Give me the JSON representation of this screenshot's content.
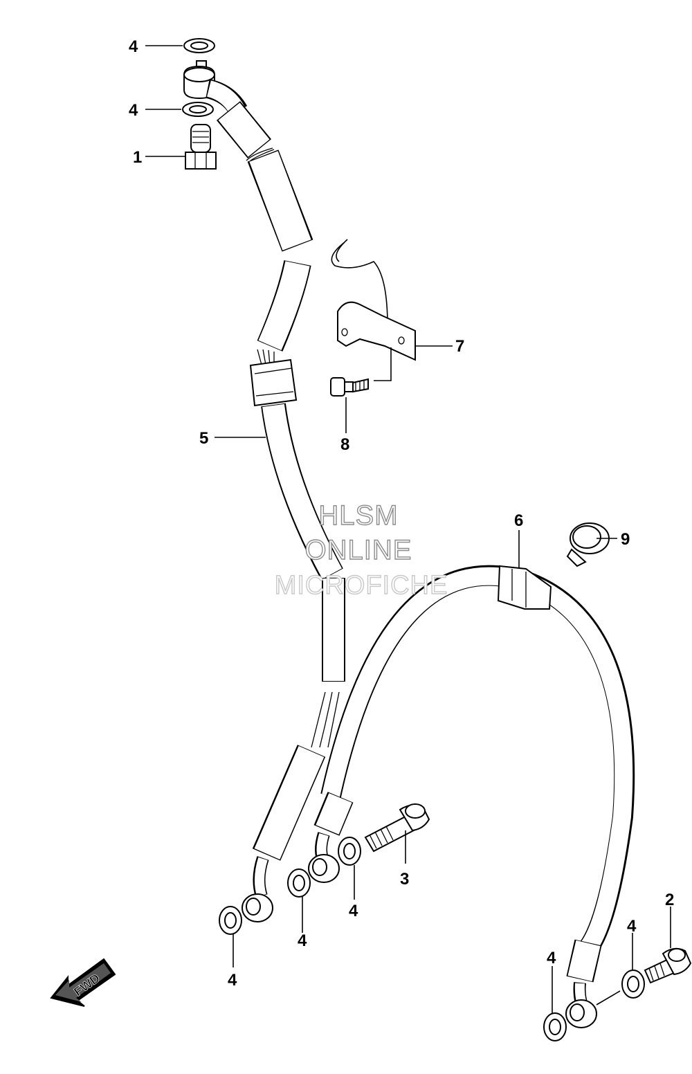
{
  "callouts": [
    {
      "id": "c4a",
      "label": "4"
    },
    {
      "id": "c4b",
      "label": "4"
    },
    {
      "id": "c1",
      "label": "1"
    },
    {
      "id": "c7",
      "label": "7"
    },
    {
      "id": "c8",
      "label": "8"
    },
    {
      "id": "c5",
      "label": "5"
    },
    {
      "id": "c6",
      "label": "6"
    },
    {
      "id": "c9",
      "label": "9"
    },
    {
      "id": "c3",
      "label": "3"
    },
    {
      "id": "c4c",
      "label": "4"
    },
    {
      "id": "c4d",
      "label": "4"
    },
    {
      "id": "c4e",
      "label": "4"
    },
    {
      "id": "c2",
      "label": "2"
    },
    {
      "id": "c4f",
      "label": "4"
    },
    {
      "id": "c4g",
      "label": "4"
    }
  ],
  "watermark": {
    "line1": "HLSM",
    "line2": "ONLINE",
    "line3": "MICROFICHE"
  },
  "direction_arrow": {
    "label": "FWD",
    "icon": "fwd-arrow-icon"
  }
}
